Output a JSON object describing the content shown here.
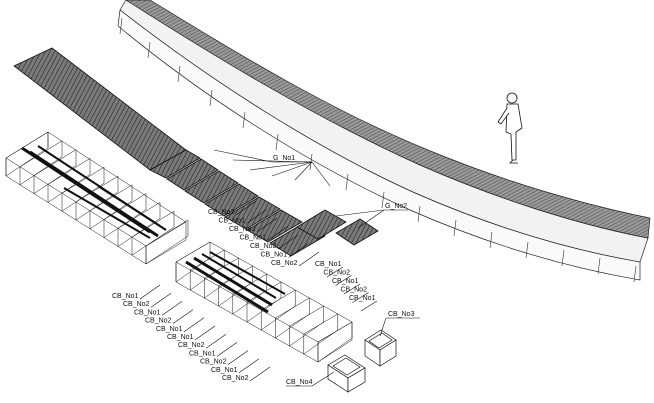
{
  "labels": {
    "g1": "G_No1",
    "g2": "G_No2",
    "cb_left": [
      "CB_No1",
      "CB_No2",
      "CB_No1",
      "CB_No2",
      "CB_No1",
      "CB_No1",
      "CB_No2",
      "CB_No1",
      "CB_No2",
      "CB_No1",
      "CB_No2"
    ],
    "cb_upper": [
      "CB_No2",
      "CB_No1",
      "CB_No2",
      "CB_No1",
      "CB_No2",
      "CB_No1",
      "CB_No2"
    ],
    "cb_right": [
      "CB_No1",
      "CB_No2",
      "CB_No1",
      "CB_No2",
      "CB_No1"
    ],
    "cb3": "CB_No3",
    "cb4": "CB_No4"
  }
}
